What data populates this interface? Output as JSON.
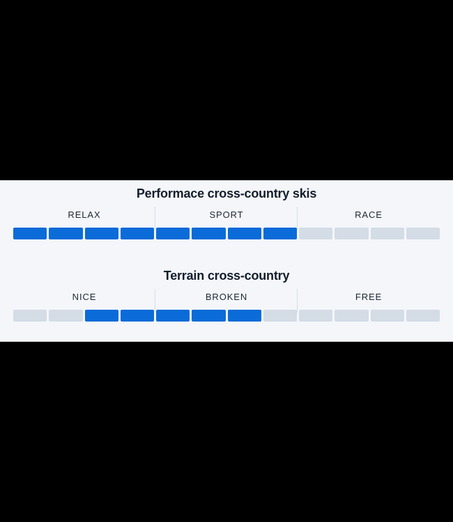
{
  "card": {
    "background_color": "#f4f6fa",
    "page_background_color": "#000000",
    "accent_color": "#0b6bd8",
    "track_color": "#d4dce6",
    "divider_color": "#d7dde7",
    "text_color": "#141d2b"
  },
  "groups": [
    {
      "title": "Performace cross-country skis",
      "labels": [
        "RELAX",
        "SPORT",
        "RACE"
      ],
      "segments_total": 12,
      "segments_filled_indices": [
        0,
        1,
        2,
        3,
        4,
        5,
        6,
        7
      ],
      "filled_count": 8
    },
    {
      "title": "Terrain cross-country",
      "labels": [
        "NICE",
        "BROKEN",
        "FREE"
      ],
      "segments_total": 12,
      "segments_filled_indices": [
        2,
        3,
        4,
        5,
        6
      ],
      "filled_count": 5
    }
  ],
  "chart_data": {
    "type": "bar",
    "title": "Cross-country ski specification rating bars",
    "charts": [
      {
        "title": "Performace cross-country skis",
        "categories": [
          "RELAX",
          "SPORT",
          "RACE"
        ],
        "scale_max": 12,
        "value": 8,
        "filled_segments": 8,
        "empty_segments": 4
      },
      {
        "title": "Terrain cross-country",
        "categories": [
          "NICE",
          "BROKEN",
          "FREE"
        ],
        "scale_max": 12,
        "value": 5,
        "range_start_segment": 3,
        "range_end_segment": 7,
        "filled_segments": 5,
        "empty_segments": 7
      }
    ],
    "xlabel": "",
    "ylabel": "",
    "grid": false,
    "legend": "none"
  }
}
